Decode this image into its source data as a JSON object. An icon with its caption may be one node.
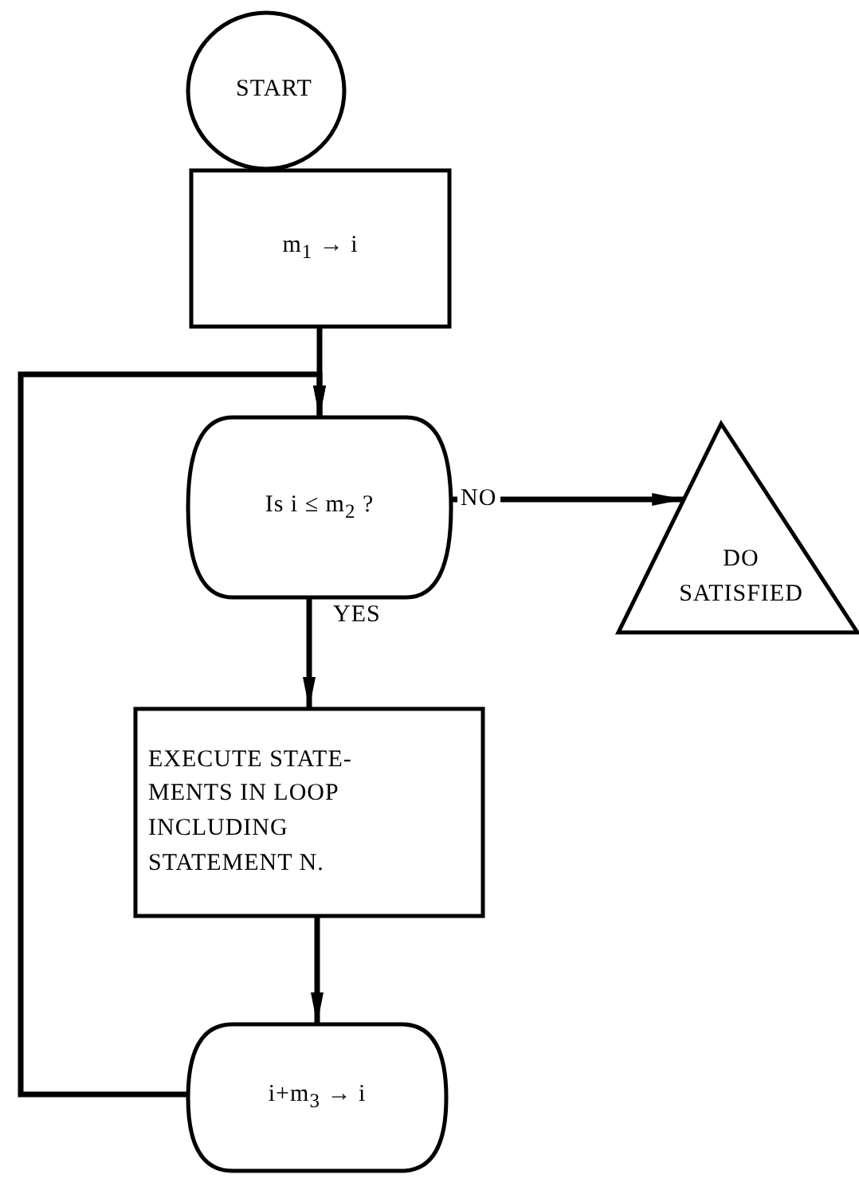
{
  "diagram": {
    "nodes": [
      {
        "text": [
          "START"
        ]
      },
      {
        "text": [
          "m$_{1}$ → i"
        ]
      },
      {
        "text": [
          "Is i ≤ m$_{2}$ ?"
        ]
      },
      {
        "text": [
          "DO SATISFIED"
        ]
      },
      {
        "text": [
          "EXECUTE STATE- MENTS IN LOOP INCLUDING STATEMENT N."
        ]
      },
      {
        "text": [
          "i+m$_{3}$ → i"
        ]
      }
    ],
    "edges": [
      {
        "from": 1,
        "to": 2,
        "arrow": "to"
      },
      {
        "from": 2,
        "to": 3,
        "arrow": "to",
        "label": "NO"
      },
      {
        "from": 2,
        "to": 4,
        "arrow": "to",
        "label": "YES"
      },
      {
        "from": 4,
        "to": 5,
        "arrow": "to"
      },
      {
        "from": 5,
        "to": 2,
        "arrow": "to"
      }
    ]
  }
}
